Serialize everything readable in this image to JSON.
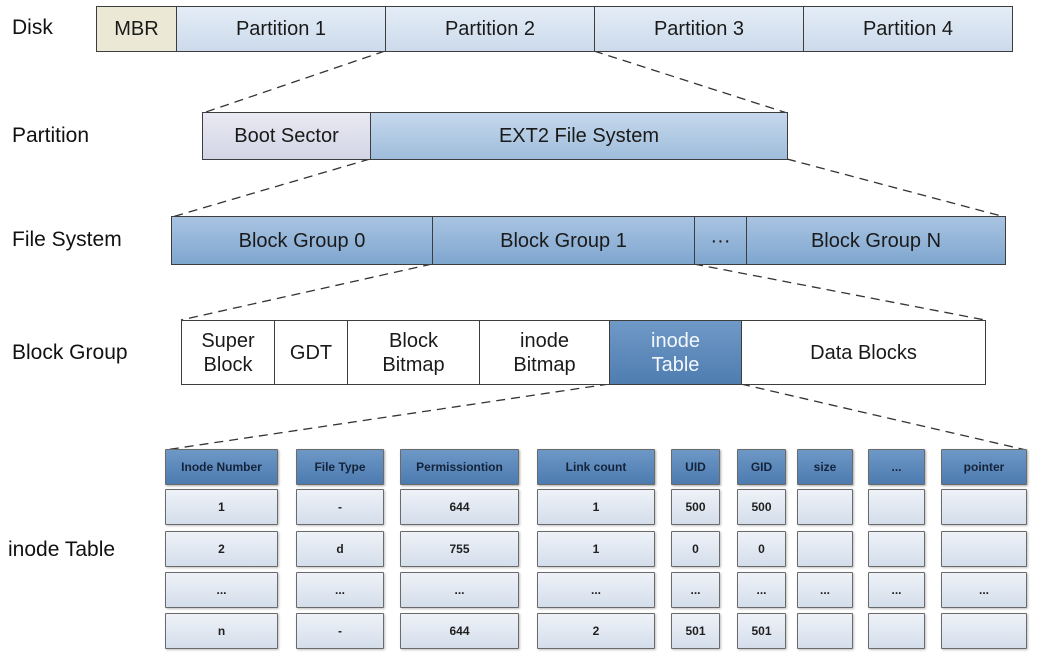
{
  "rows": {
    "disk": "Disk",
    "partition": "Partition",
    "file_system": "File System",
    "block_group": "Block Group",
    "inode_table": "inode Table"
  },
  "disk": [
    "MBR",
    "Partition 1",
    "Partition 2",
    "Partition 3",
    "Partition 4"
  ],
  "partition": [
    "Boot Sector",
    "EXT2 File System"
  ],
  "file_system": [
    "Block Group 0",
    "Block Group 1",
    "···",
    "Block Group N"
  ],
  "block_group": {
    "super_block": [
      "Super",
      "Block"
    ],
    "gdt": "GDT",
    "block_bitmap": [
      "Block",
      "Bitmap"
    ],
    "inode_bitmap": [
      "inode",
      "Bitmap"
    ],
    "inode_table": [
      "inode",
      "Table"
    ],
    "data_blocks": "Data Blocks"
  },
  "table": {
    "headers": [
      "Inode Number",
      "File Type",
      "Permissiontion",
      "Link count",
      "UID",
      "GID",
      "size",
      "...",
      "pointer"
    ],
    "rows": [
      [
        "1",
        "-",
        "644",
        "1",
        "500",
        "500",
        "",
        "",
        ""
      ],
      [
        "2",
        "d",
        "755",
        "1",
        "0",
        "0",
        "",
        "",
        ""
      ],
      [
        "...",
        "...",
        "...",
        "...",
        "...",
        "...",
        "...",
        "...",
        "..."
      ],
      [
        "n",
        "-",
        "644",
        "2",
        "501",
        "501",
        "",
        "",
        ""
      ]
    ]
  },
  "colors": {
    "mbr": "#ece8d6",
    "light_blue": "#d6e2f0",
    "mid_blue": "#b3cbe4",
    "file_system_blue": "#94b5d9",
    "highlight_blue": "#5d8bbe",
    "dashed_line": "#333333"
  }
}
